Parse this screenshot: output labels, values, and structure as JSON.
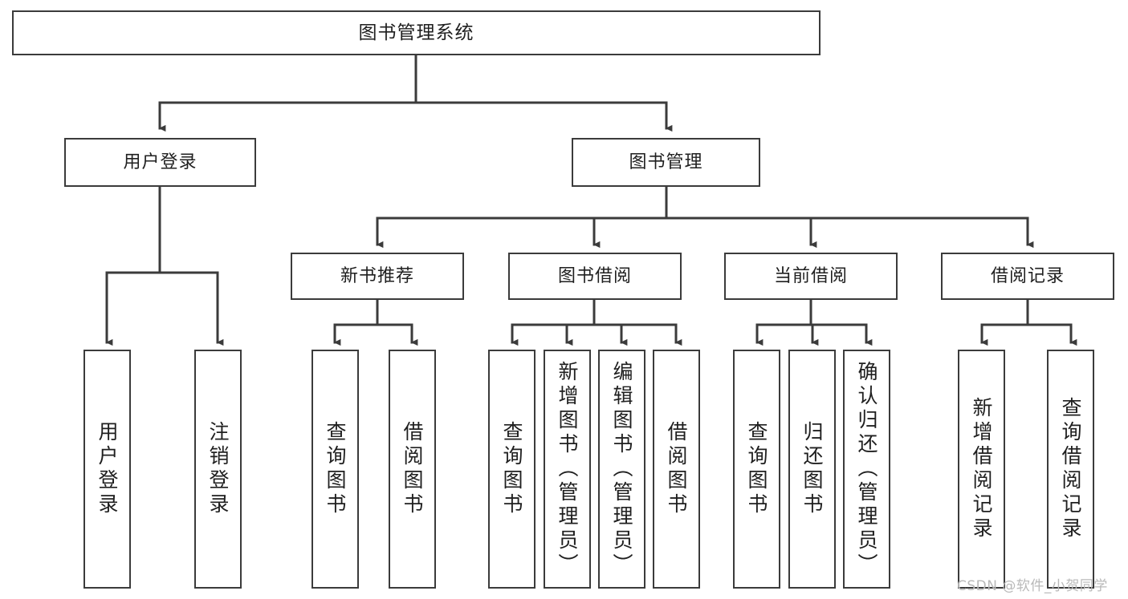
{
  "diagram": {
    "type": "tree",
    "title": "图书管理系统",
    "root": {
      "label": "图书管理系统"
    },
    "level2": [
      {
        "label": "用户登录"
      },
      {
        "label": "图书管理"
      }
    ],
    "level3": [
      {
        "label": "新书推荐"
      },
      {
        "label": "图书借阅"
      },
      {
        "label": "当前借阅"
      },
      {
        "label": "借阅记录"
      }
    ],
    "leaves": {
      "user_login": [
        {
          "label": "用户登录"
        },
        {
          "label": "注销登录"
        }
      ],
      "new_book_recommend": [
        {
          "label": "查询图书"
        },
        {
          "label": "借阅图书"
        }
      ],
      "book_borrow": [
        {
          "label": "查询图书"
        },
        {
          "label": "新增图书（管理员）"
        },
        {
          "label": "编辑图书（管理员）"
        },
        {
          "label": "借阅图书"
        }
      ],
      "current_borrow": [
        {
          "label": "查询图书"
        },
        {
          "label": "归还图书"
        },
        {
          "label": "确认归还（管理员）"
        }
      ],
      "borrow_record": [
        {
          "label": "新增借阅记录"
        },
        {
          "label": "查询借阅记录"
        }
      ]
    }
  },
  "watermark": {
    "text": "CSDN @软件_小贺同学"
  },
  "colors": {
    "background": "#ffffff",
    "box_border": "#3b3b3b",
    "connector": "#3b3b3b",
    "text": "#1f1f1f",
    "watermark": "#b9b9b9"
  }
}
